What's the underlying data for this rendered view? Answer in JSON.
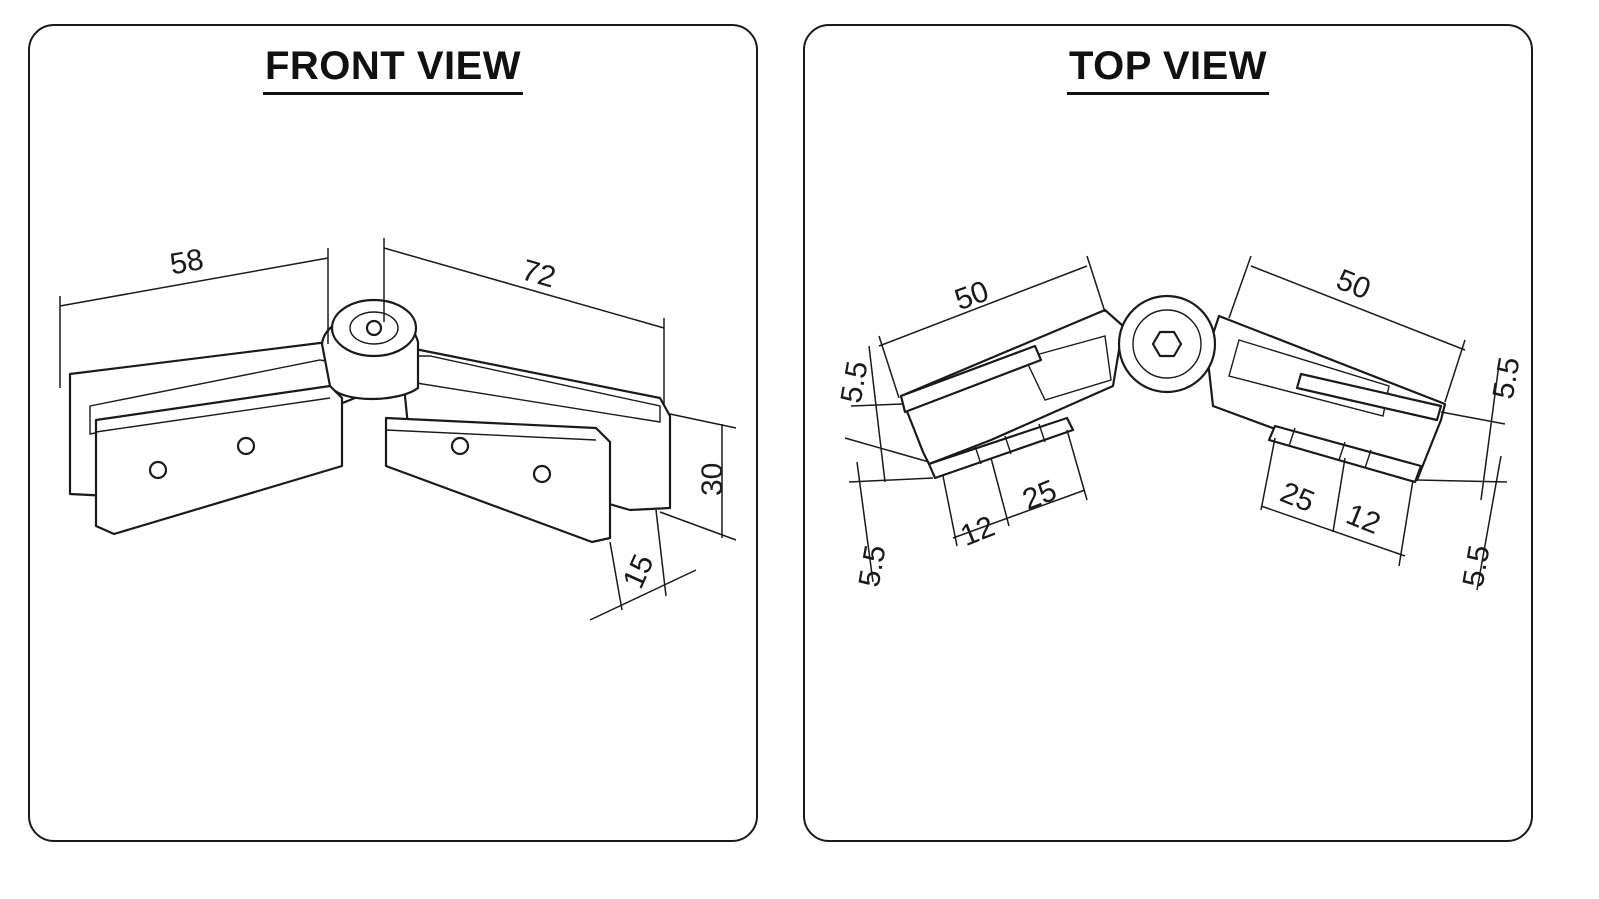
{
  "front_view": {
    "title": "FRONT VIEW",
    "dimensions": {
      "left_length": "58",
      "right_length": "72",
      "height": "30",
      "thickness": "15"
    }
  },
  "top_view": {
    "title": "TOP VIEW",
    "dimensions": {
      "left_length": "50",
      "right_length": "50",
      "left_offset_top": "5.5",
      "left_offset_bottom": "5.5",
      "right_offset_top": "5.5",
      "right_offset_bottom": "5.5",
      "left_hole_a": "12",
      "left_hole_b": "25",
      "right_hole_a": "25",
      "right_hole_b": "12"
    }
  }
}
